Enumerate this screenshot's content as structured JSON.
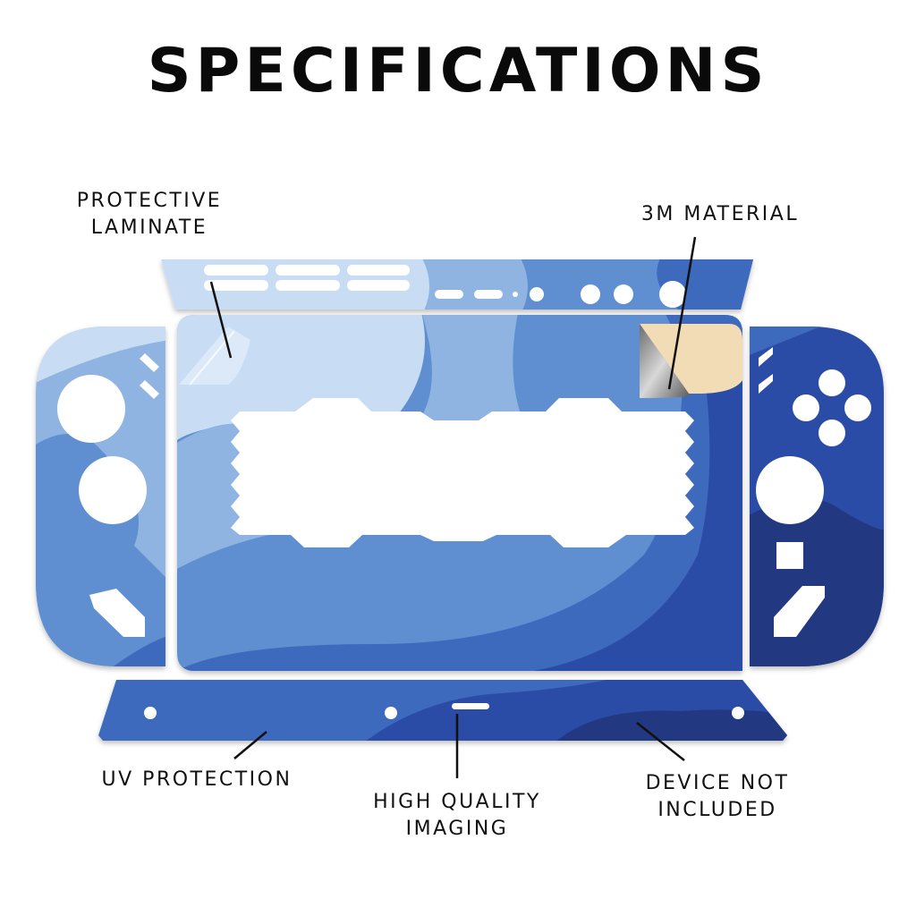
{
  "title": "SPECIFICATIONS",
  "labels": {
    "protective_laminate": [
      "PROTECTIVE",
      "LAMINATE"
    ],
    "material": "3M MATERIAL",
    "uv_protection": "UV PROTECTION",
    "imaging": [
      "HIGH QUALITY",
      "IMAGING"
    ],
    "device": [
      "DEVICE NOT",
      "INCLUDED"
    ]
  },
  "colors": {
    "lightest": "#c8ddf3",
    "light": "#8fb4e2",
    "mid": "#5e8fd0",
    "deep": "#3e6bbd",
    "dark": "#2a4ca6",
    "darkest": "#223781",
    "backing": "#f1dcb5"
  }
}
